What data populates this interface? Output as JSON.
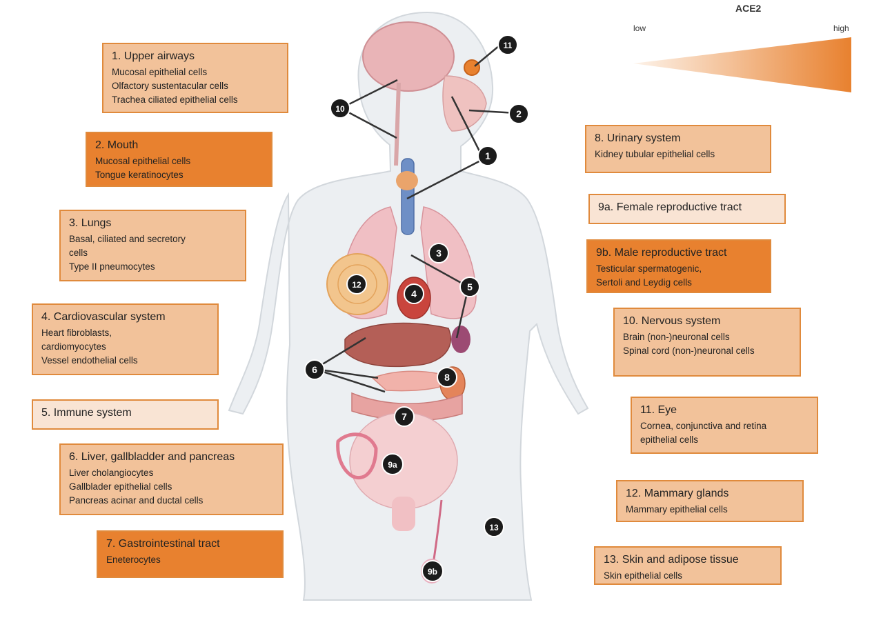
{
  "legend": {
    "title": "ACE2",
    "low": "low",
    "high": "high",
    "colors": {
      "low": "#fbeee3",
      "high": "#e8812f"
    }
  },
  "boxes": [
    {
      "id": "upper-airways",
      "level": "mid",
      "title": "1. Upper airways",
      "cells": [
        "Mucosal epithelial cells",
        "Olfactory sustentacular cells",
        "Trachea ciliated epithelial cells"
      ]
    },
    {
      "id": "mouth",
      "level": "high",
      "title": "2. Mouth",
      "cells": [
        "Mucosal epithelial cells",
        "Tongue keratinocytes"
      ]
    },
    {
      "id": "lungs",
      "level": "mid",
      "title": "3. Lungs",
      "cells": [
        "Basal, ciliated and secretory",
        "cells",
        "Type II pneumocytes"
      ]
    },
    {
      "id": "cardiovascular-system",
      "level": "mid",
      "title": "4. Cardiovascular system",
      "cells": [
        "Heart fibroblasts,",
        "cardiomyocytes",
        "Vessel endothelial cells"
      ]
    },
    {
      "id": "immune-system",
      "level": "low",
      "title": "5. Immune system",
      "cells": []
    },
    {
      "id": "liver-gallbladder-pancreas",
      "level": "mid",
      "title": "6. Liver, gallbladder and pancreas",
      "cells": [
        "Liver cholangiocytes",
        "Gallblader epithelial cells",
        "Pancreas acinar and ductal cells"
      ]
    },
    {
      "id": "gastrointestinal-tract",
      "level": "high",
      "title": "7. Gastrointestinal tract",
      "cells": [
        "Eneterocytes"
      ]
    },
    {
      "id": "urinary-system",
      "level": "mid",
      "title": "8. Urinary system",
      "cells": [
        "Kidney tubular epithelial cells"
      ]
    },
    {
      "id": "female-reproductive-tract",
      "level": "low",
      "title": "9a. Female reproductive tract",
      "cells": []
    },
    {
      "id": "male-reproductive-tract",
      "level": "high",
      "title": "9b. Male reproductive tract",
      "cells": [
        "Testicular spermatogenic,",
        "Sertoli and Leydig cells"
      ]
    },
    {
      "id": "nervous-system",
      "level": "mid",
      "title": "10. Nervous system",
      "cells": [
        "Brain (non-)neuronal cells",
        "Spinal cord (non-)neuronal cells"
      ]
    },
    {
      "id": "eye",
      "level": "mid",
      "title": "11. Eye",
      "cells": [
        "Cornea, conjunctiva and retina",
        "epithelial cells"
      ]
    },
    {
      "id": "mammary-glands",
      "level": "mid",
      "title": "12. Mammary glands",
      "cells": [
        "Mammary epithelial cells"
      ]
    },
    {
      "id": "skin-adipose-tissue",
      "level": "mid",
      "title": "13. Skin and adipose tissue",
      "cells": [
        "Skin epithelial cells"
      ]
    }
  ],
  "markers": [
    "1",
    "2",
    "3",
    "4",
    "5",
    "6",
    "7",
    "8",
    "9a",
    "9b",
    "10",
    "11",
    "12",
    "13"
  ]
}
